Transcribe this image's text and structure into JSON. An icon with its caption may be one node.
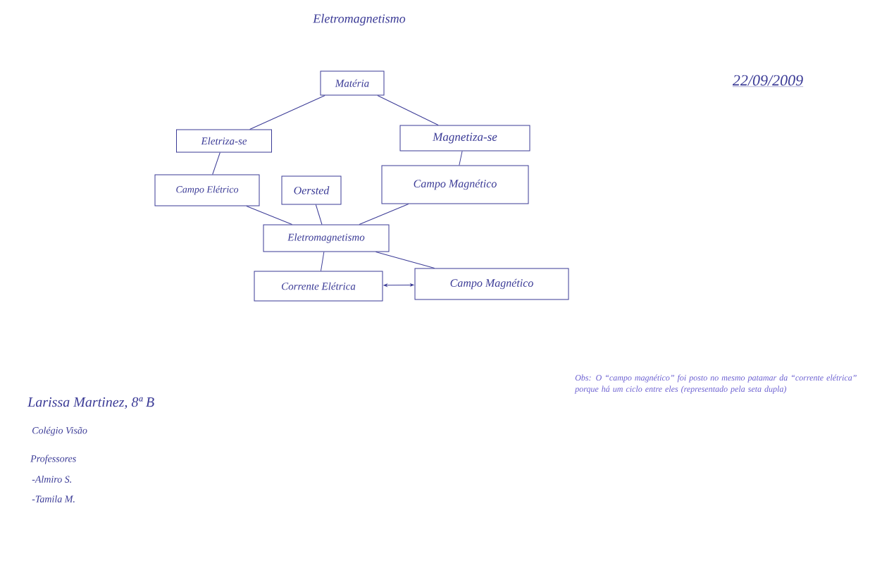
{
  "diagram": {
    "title": "Eletromagnetismo",
    "nodes": [
      {
        "text": [
          "Matéria"
        ]
      },
      {
        "text": [
          "Eletriza-se"
        ]
      },
      {
        "text": [
          "Magnetiza-se"
        ]
      },
      {
        "text": [
          "Campo Elétrico"
        ]
      },
      {
        "text": [
          "Oersted"
        ]
      },
      {
        "text": [
          "Campo Magnético"
        ]
      },
      {
        "text": [
          "Eletromagnetismo"
        ]
      },
      {
        "text": [
          "Corrente Elétrica"
        ]
      },
      {
        "text": [
          "Campo Magnético"
        ]
      }
    ],
    "edges": [
      {
        "from": 0,
        "to": 1,
        "arrow": "none"
      },
      {
        "from": 0,
        "to": 2,
        "arrow": "none"
      },
      {
        "from": 1,
        "to": 3,
        "arrow": "none"
      },
      {
        "from": 2,
        "to": 5,
        "arrow": "none"
      },
      {
        "from": 3,
        "to": 6,
        "arrow": "none"
      },
      {
        "from": 4,
        "to": 6,
        "arrow": "none"
      },
      {
        "from": 5,
        "to": 6,
        "arrow": "none"
      },
      {
        "from": 6,
        "to": 7,
        "arrow": "none"
      },
      {
        "from": 6,
        "to": 8,
        "arrow": "none"
      },
      {
        "from": 7,
        "to": 8,
        "arrow": "both"
      }
    ],
    "labels": [
      "22/09/2009",
      "Obs: O “campo magnético” foi posto no mesmo patamar da “corrente elétrica” porque há um ciclo entre eles (representado pela seta dupla)",
      "Larissa Martinez, 8ª B",
      "Colégio Visão",
      "Professores",
      "-Almiro S.",
      "-Tamila M."
    ]
  }
}
